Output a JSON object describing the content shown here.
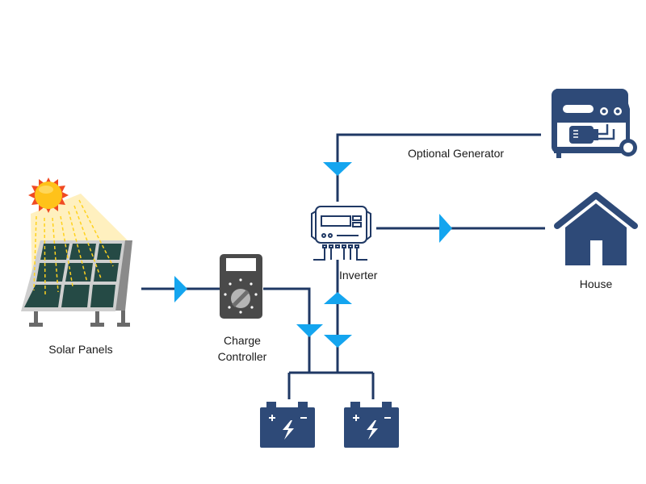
{
  "colors": {
    "wire": "#1f3864",
    "arrow": "#14a5ef",
    "icon_navy": "#2e4a78",
    "controller_body": "#4a4a4a",
    "panel_cell": "#254a45",
    "panel_frame": "#c8c8c8",
    "sun_core": "#ffc21a",
    "sun_rays": "#f04a23"
  },
  "nodes": {
    "solar": {
      "label": "Solar Panels",
      "icon": "solar-panel-icon"
    },
    "controller": {
      "label_line1": "Charge",
      "label_line2": "Controller",
      "icon": "multimeter-icon"
    },
    "inverter": {
      "label": "Inverter",
      "icon": "inverter-icon"
    },
    "generator": {
      "label": "Optional Generator",
      "icon": "generator-icon"
    },
    "house": {
      "label": "House",
      "icon": "house-icon"
    },
    "battery1": {
      "icon": "battery-icon"
    },
    "battery2": {
      "icon": "battery-icon"
    }
  },
  "connections": [
    {
      "from": "Solar Panels",
      "to": "Charge Controller",
      "direction": "right"
    },
    {
      "from": "Charge Controller",
      "to": "Batteries",
      "direction": "down"
    },
    {
      "from": "Optional Generator",
      "to": "Inverter",
      "direction": "down"
    },
    {
      "from": "Inverter",
      "to": "House",
      "direction": "right"
    },
    {
      "from": "Batteries",
      "to": "Inverter",
      "direction": "up"
    },
    {
      "from": "Inverter",
      "to": "Batteries",
      "direction": "down"
    }
  ]
}
